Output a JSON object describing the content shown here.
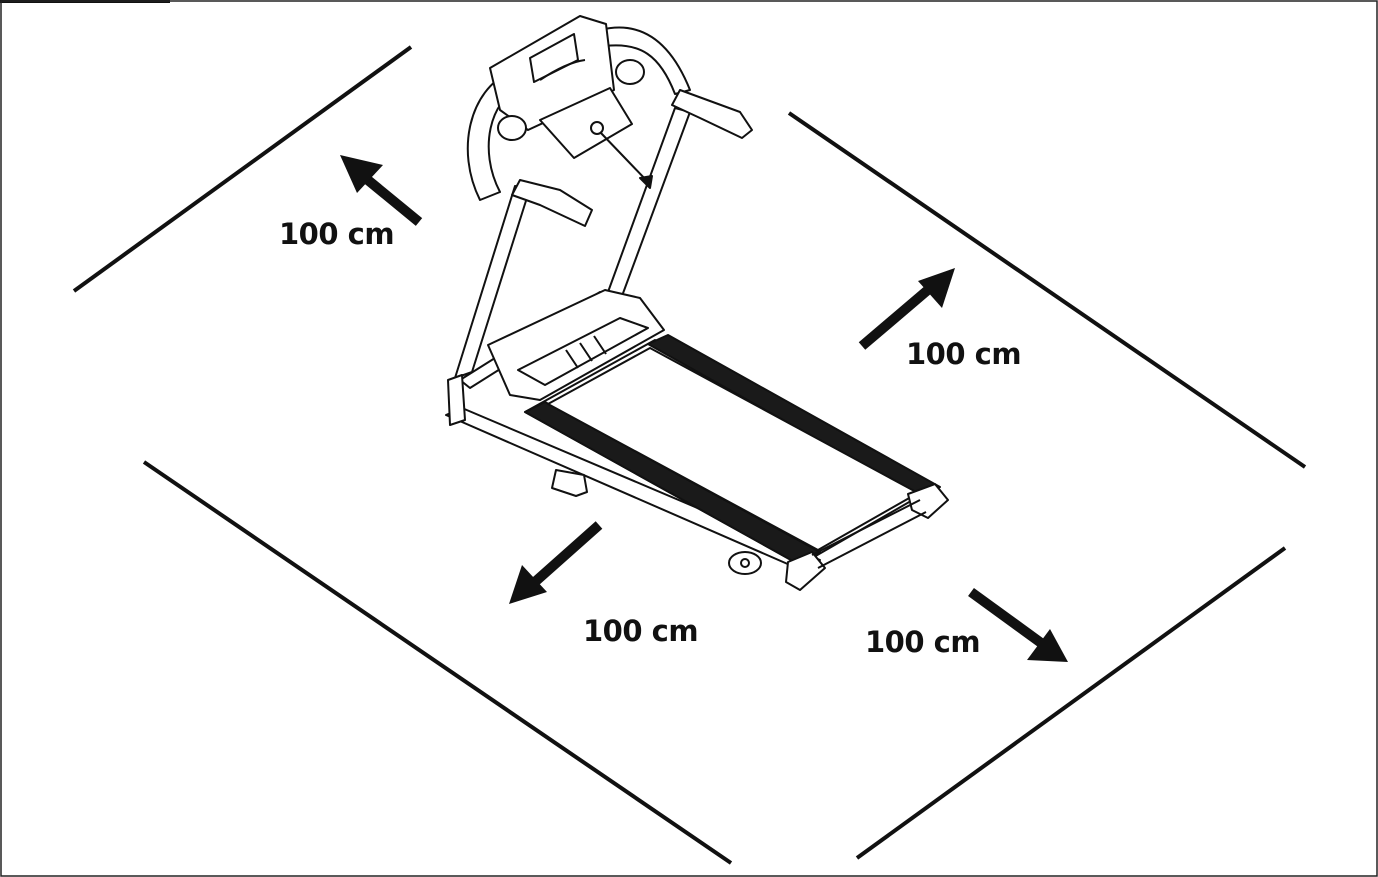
{
  "clearance": {
    "back_left": "100 cm",
    "back_right": "100 cm",
    "front_left": "100 cm",
    "front_right": "100 cm"
  },
  "colors": {
    "ink": "#111111",
    "background": "#ffffff"
  }
}
